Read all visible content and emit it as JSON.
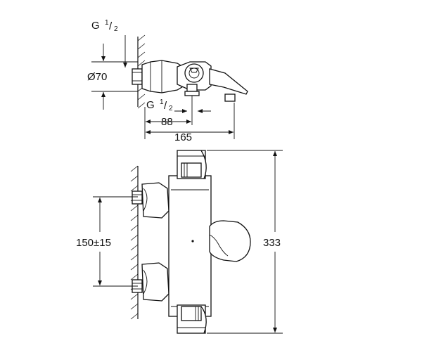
{
  "drawing": {
    "side_view": {
      "thread_top": {
        "main": "G",
        "num": "1",
        "den": "2"
      },
      "diameter": "Ø70",
      "thread_bottom": {
        "main": "G",
        "num": "1",
        "den": "2"
      },
      "dim_88": "88",
      "dim_165": "165"
    },
    "front_view": {
      "spacing": "150±15",
      "height": "333"
    }
  }
}
